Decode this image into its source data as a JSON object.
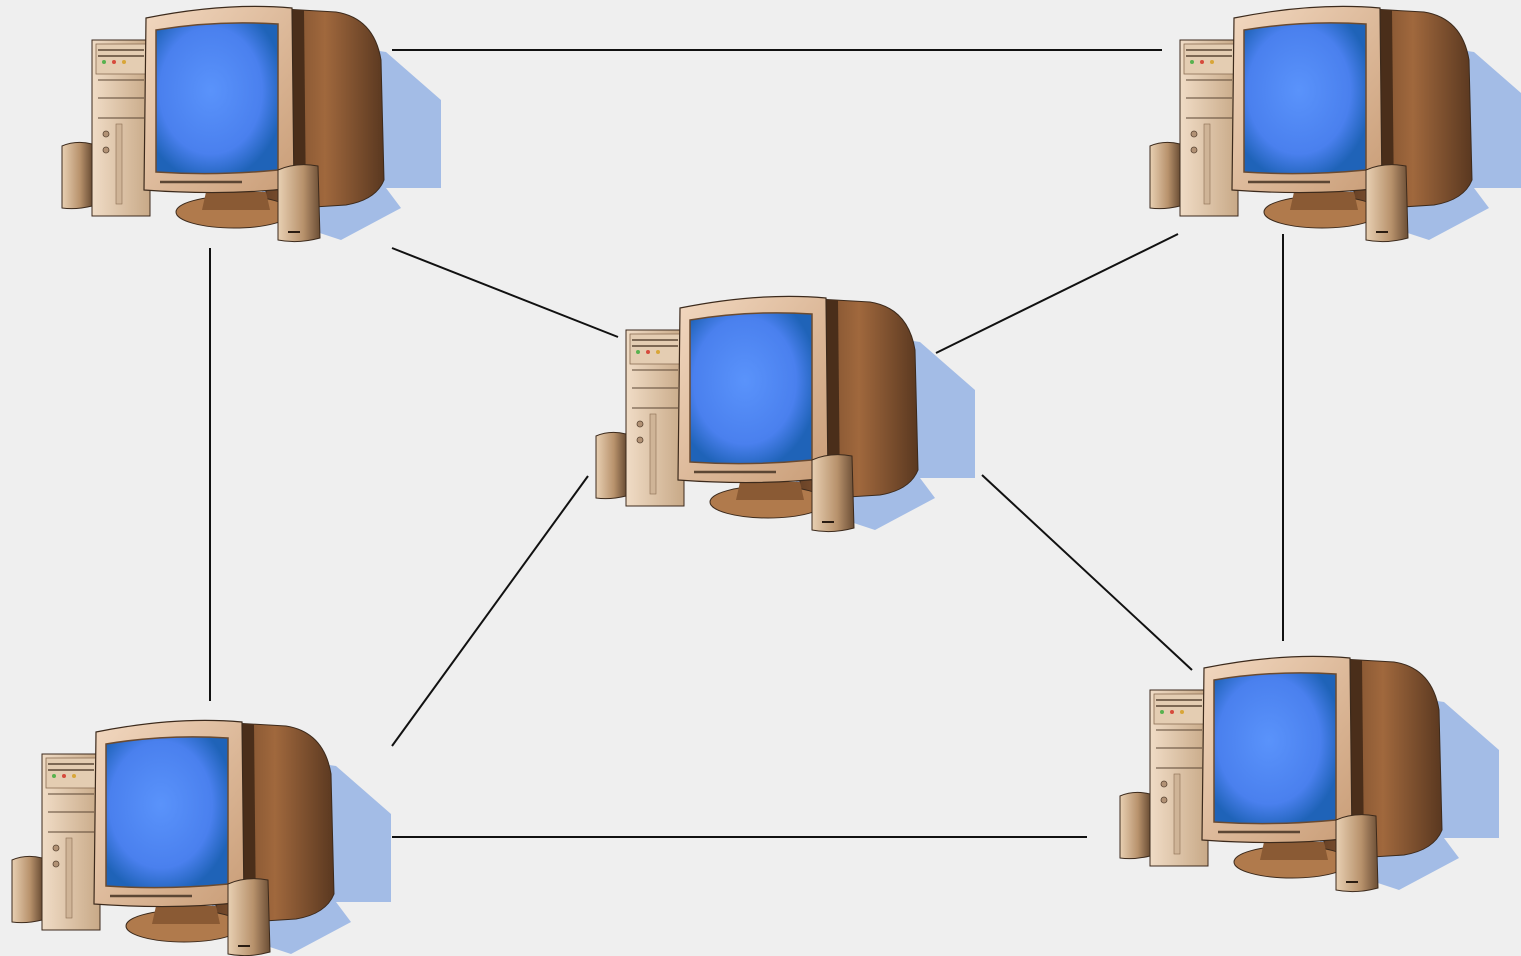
{
  "diagram": {
    "type": "mesh-network",
    "colors": {
      "background": "#efefef",
      "link": "#111111",
      "screen": "#4f86f0",
      "casing": "#e7c3a0",
      "shadow": "#a3bce6"
    },
    "nodes": [
      {
        "id": "top-left",
        "icon": "desktop-computer-icon"
      },
      {
        "id": "top-right",
        "icon": "desktop-computer-icon"
      },
      {
        "id": "center",
        "icon": "desktop-computer-icon"
      },
      {
        "id": "bottom-left",
        "icon": "desktop-computer-icon"
      },
      {
        "id": "bottom-right",
        "icon": "desktop-computer-icon"
      }
    ],
    "links": [
      [
        "top-left",
        "top-right"
      ],
      [
        "top-left",
        "center"
      ],
      [
        "top-left",
        "bottom-left"
      ],
      [
        "top-right",
        "center"
      ],
      [
        "top-right",
        "bottom-right"
      ],
      [
        "center",
        "bottom-left"
      ],
      [
        "center",
        "bottom-right"
      ],
      [
        "bottom-left",
        "bottom-right"
      ]
    ]
  }
}
